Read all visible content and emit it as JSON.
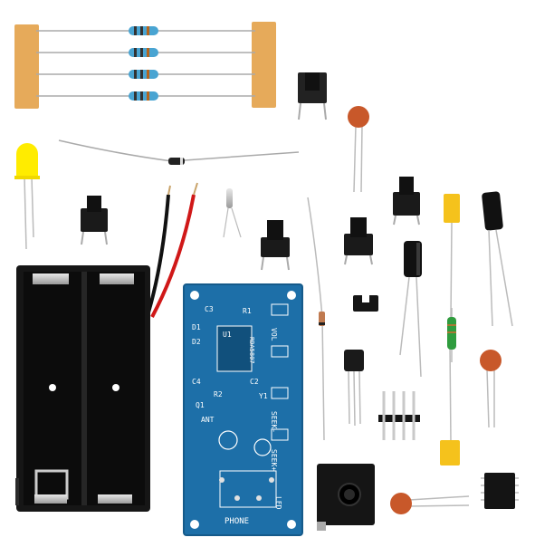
{
  "photo": {
    "background": "#ffffff"
  },
  "pcb": {
    "color": "#1d6fa8",
    "silkscreen": {
      "c3": "C3",
      "r1": "R1",
      "d1": "D1",
      "d2": "D2",
      "u1": "U1",
      "c2": "C2",
      "c4": "C4",
      "q1": "Q1",
      "y1": "Y1",
      "r2": "R2",
      "ant": "ANT",
      "vol": "VOL",
      "seek_minus": "SEEK-",
      "seek_plus": "SEEK+",
      "led": "LED",
      "phone": "PHONE",
      "model": "RDA5807"
    }
  },
  "colors": {
    "resistor_body": "#49a4d2",
    "resistor_tape": "#e6aa5a",
    "led": "#ffec00",
    "ceramic_cap": "#c8582a",
    "film_cap": "#f5c21c",
    "inductor": "#2f9c3e",
    "battery_holder": "#161616",
    "wire_red": "#d01818",
    "wire_black": "#111111"
  }
}
